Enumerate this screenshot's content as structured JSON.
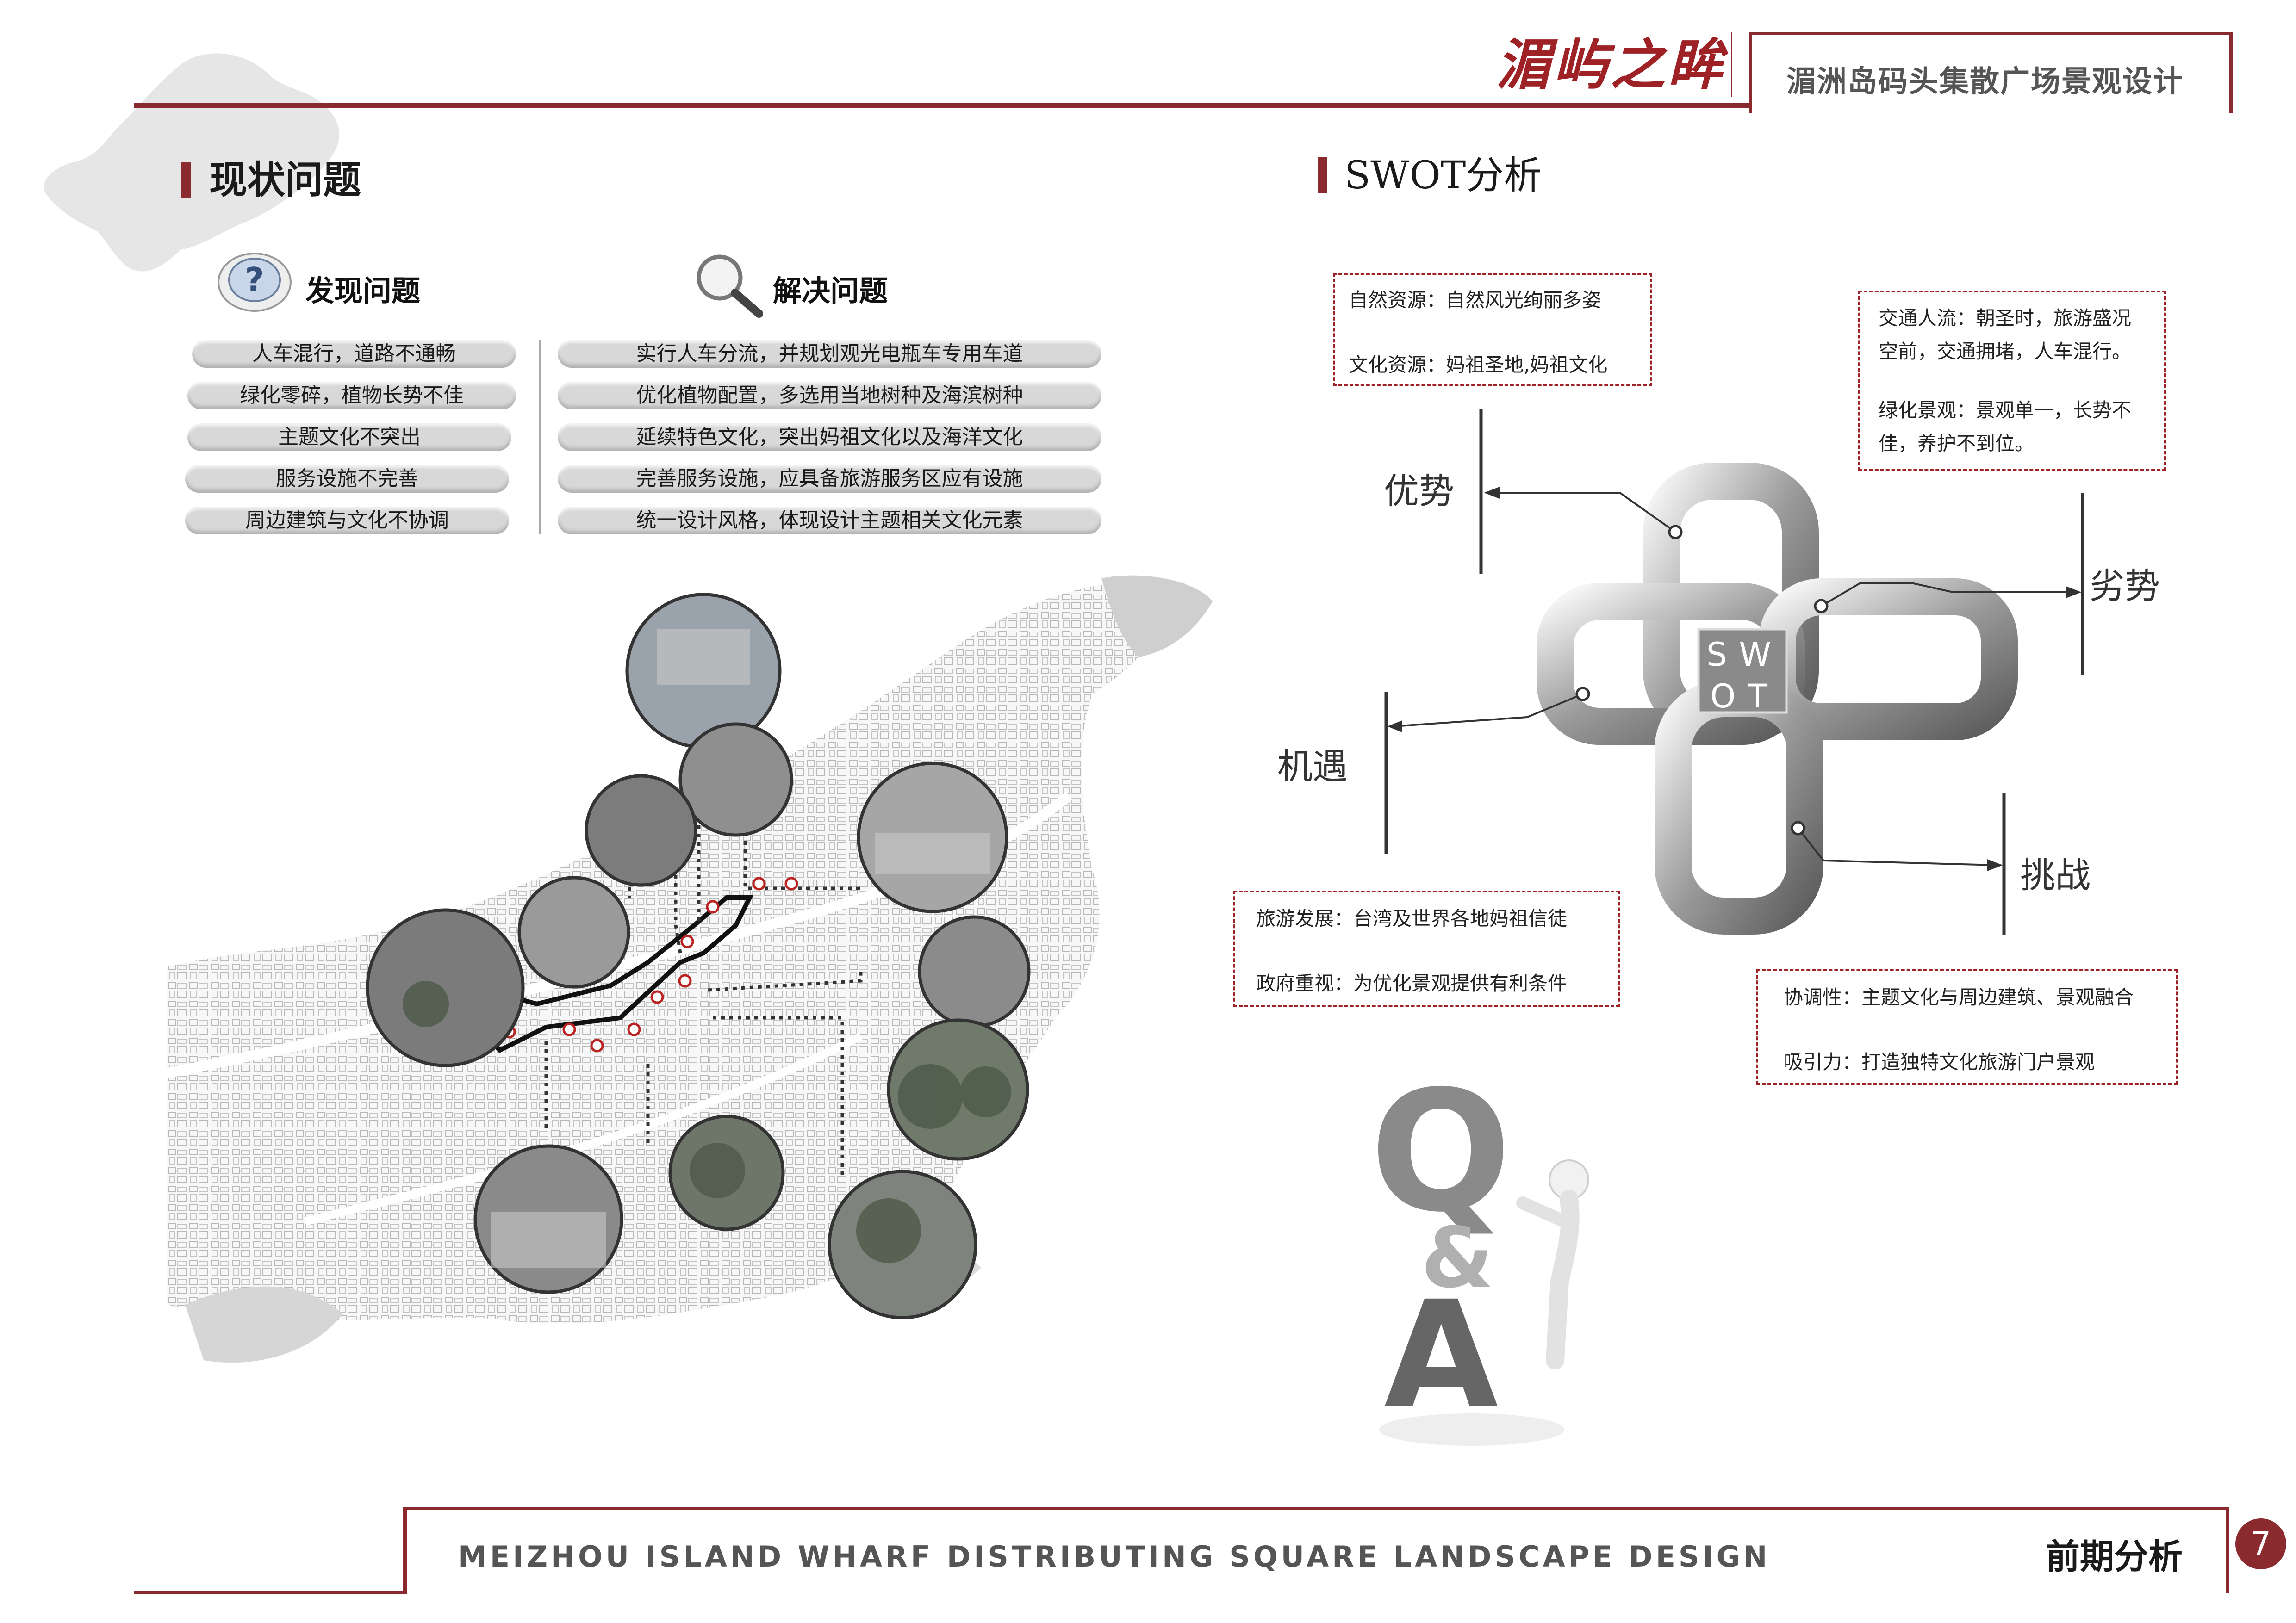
{
  "header": {
    "logo_text": "湄屿之眸",
    "project_title": "湄洲岛码头集散广场景观设计"
  },
  "left_section": {
    "title": "现状问题",
    "find_heading": "发现问题",
    "solve_heading": "解决问题",
    "problems": [
      "人车混行，道路不通畅",
      "绿化零碎，植物长势不佳",
      "主题文化不突出",
      "服务设施不完善",
      "周边建筑与文化不协调"
    ],
    "solutions": [
      "实行人车分流，并规划观光电瓶车专用车道",
      "优化植物配置，多选用当地树种及海滨树种",
      "延续特色文化，突出妈祖文化以及海洋文化",
      "完善服务设施，应具备旅游服务区应有设施",
      "统一设计风格，体现设计主题相关文化元素"
    ]
  },
  "swot": {
    "title": "SWOT分析",
    "center_letters": [
      "S",
      "W",
      "O",
      "T"
    ],
    "labels": {
      "strength": "优势",
      "weakness": "劣势",
      "opportunity": "机遇",
      "threat": "挑战"
    },
    "strength_box": [
      "自然资源：自然风光绚丽多姿",
      "文化资源：妈祖圣地,妈祖文化"
    ],
    "weakness_box": [
      "交通人流：朝圣时，旅游盛况",
      "空前，交通拥堵，人车混行。",
      "绿化景观：景观单一，长势不",
      "佳，养护不到位。"
    ],
    "opportunity_box": [
      "旅游发展：台湾及世界各地妈祖信徒",
      "政府重视：为优化景观提供有利条件"
    ],
    "threat_box": [
      "协调性：主题文化与周边建筑、景观融合",
      "吸引力：打造独特文化旅游门户景观"
    ]
  },
  "qa_graphic": {
    "q": "Q",
    "amp": "&",
    "a": "A"
  },
  "footer": {
    "english_title": "MEIZHOU ISLAND WHARF DISTRIBUTING SQUARE LANDSCAPE DESIGN",
    "section_name": "前期分析",
    "page_number": "7"
  },
  "colors": {
    "accent": "#8b2a2e",
    "dashed_border": "#9d2125",
    "pill": "#d8d8d8"
  }
}
